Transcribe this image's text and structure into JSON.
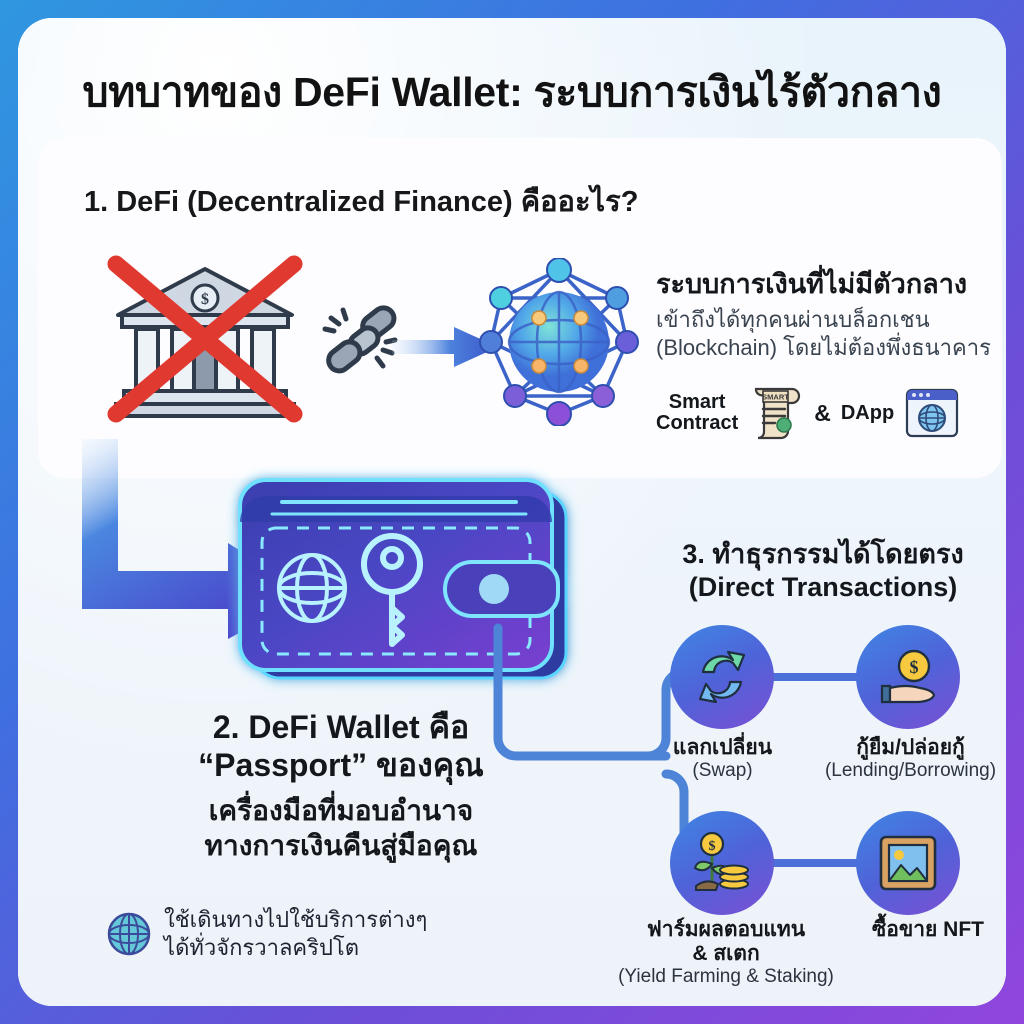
{
  "theme": {
    "border_gradient_start": "#2f97e0",
    "border_gradient_end": "#9046dd",
    "card_background": "#eef5fb",
    "panel_background": "#fdfdff",
    "accent_blue": "#4d6fd8",
    "accent_purple": "#7b4fd4",
    "text_dark": "#14171b",
    "x_mark_red": "#e03a30"
  },
  "header": {
    "title": "บทบาทของ DeFi Wallet: ระบบการเงินไร้ตัวกลาง"
  },
  "section1": {
    "heading": "1. DeFi (Decentralized Finance) คืออะไร?",
    "icons": {
      "bank": "bank-icon",
      "cross": "red-x-icon",
      "broken_chain": "broken-chain-icon",
      "arrow": "right-arrow-icon",
      "network": "decentralized-network-globe-icon"
    },
    "right_heading": "ระบบการเงินที่ไม่มีตัวกลาง",
    "right_body_line1": "เข้าถึงได้ทุกคนผ่านบล็อกเชน",
    "right_body_line2": "(Blockchain) โดยไม่ต้องพึ่งธนาคาร",
    "badges": [
      {
        "label_line1": "Smart",
        "label_line2": "Contract",
        "icon": "scroll-contract-icon",
        "icon_text": "SMART"
      },
      {
        "label_line1": "DApp",
        "label_line2": "",
        "icon": "browser-globe-icon",
        "icon_text": ""
      }
    ],
    "badge_separator": "&"
  },
  "section2": {
    "heading_line1": "2. DeFi Wallet คือ",
    "heading_line2": "“Passport” ของคุณ",
    "sub_line1": "เครื่องมือที่มอบอำนาจ",
    "sub_line2": "ทางการเงินคืนสู่มือคุณ",
    "globe_icon": "globe-icon",
    "globe_line1": "ใช้เดินทางไปใช้บริการต่างๆ",
    "globe_line2": "ได้ทั่วจักรวาลคริปโต",
    "wallet_icon": "neon-wallet-icon",
    "wallet_inner_icons": [
      "globe-icon",
      "key-icon"
    ]
  },
  "section3": {
    "heading_line1": "3. ทำธุรกรรมได้โดยตรง",
    "heading_line2": "(Direct Transactions)",
    "nodes": [
      {
        "icon": "swap-arrows-icon",
        "th": "แลกเปลี่ยน",
        "en": "(Swap)"
      },
      {
        "icon": "hand-coin-icon",
        "th": "กู้ยืม/ปล่อยกู้",
        "en": "(Lending/Borrowing)"
      },
      {
        "icon": "money-plant-icon",
        "th_line1": "ฟาร์มผลตอบแทน",
        "th_line2": "& สเตก",
        "en": "(Yield Farming & Staking)"
      },
      {
        "icon": "nft-frame-icon",
        "th": "ซื้อขาย NFT",
        "en": ""
      }
    ]
  }
}
